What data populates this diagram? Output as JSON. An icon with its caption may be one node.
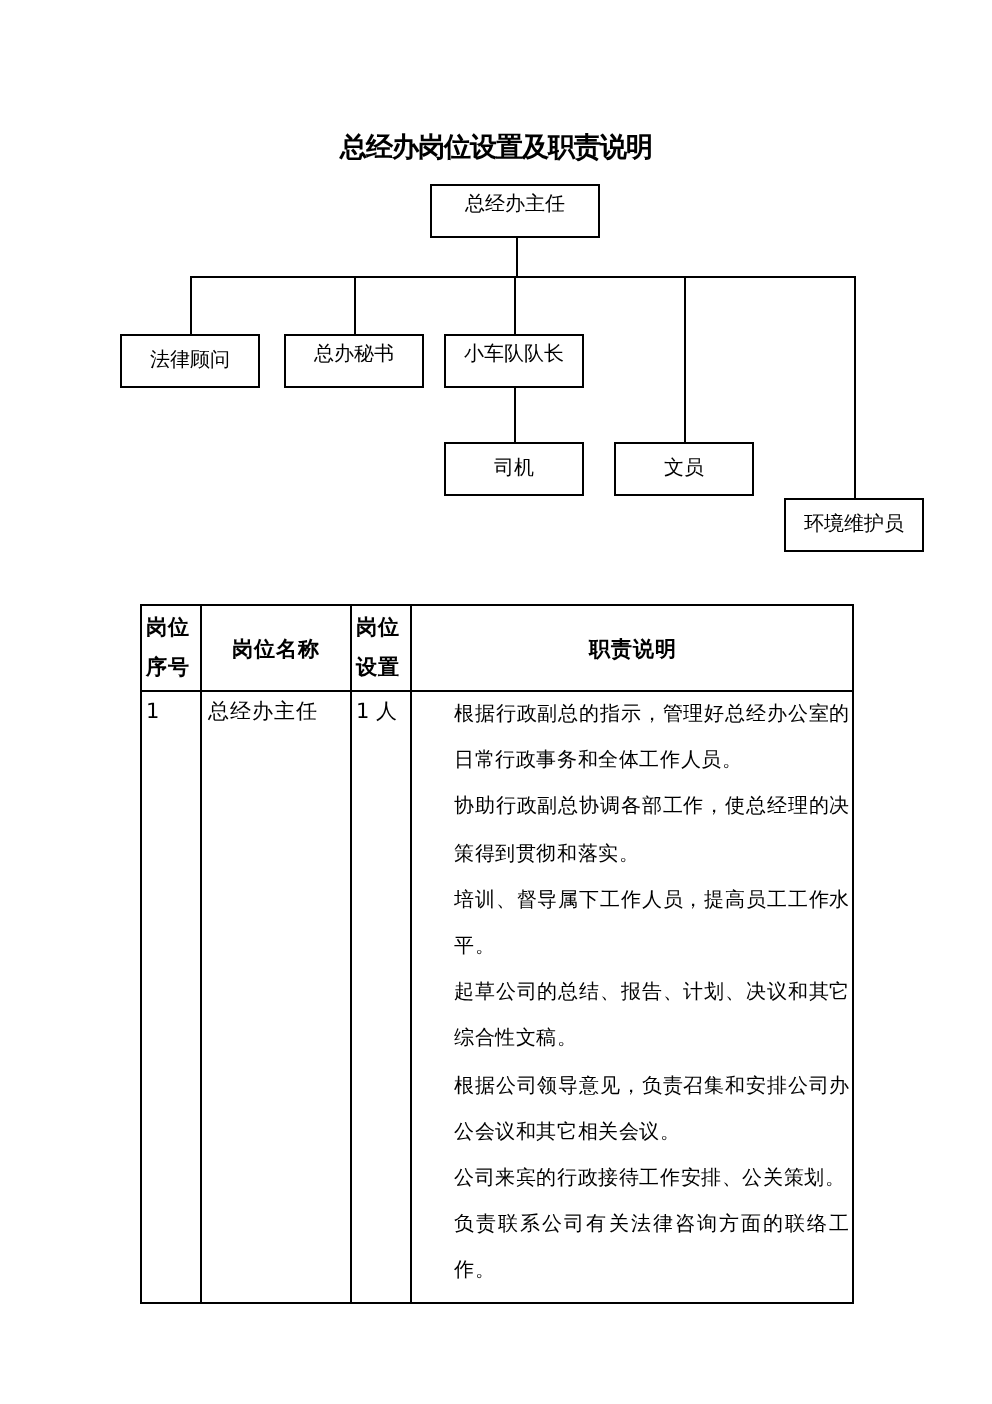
{
  "diagram": {
    "title": "总经办岗位设置及职责说明",
    "nodes": [
      {
        "text": [
          "总经办主任"
        ]
      },
      {
        "text": [
          "法律顾问"
        ]
      },
      {
        "text": [
          "总办秘书"
        ]
      },
      {
        "text": [
          "小车队队长"
        ]
      },
      {
        "text": [
          "司机"
        ]
      },
      {
        "text": [
          "文员"
        ]
      },
      {
        "text": [
          "环境维护员"
        ]
      }
    ],
    "edges": [
      {
        "from": 0,
        "to": 1,
        "arrow": "none"
      },
      {
        "from": 0,
        "to": 2,
        "arrow": "none"
      },
      {
        "from": 0,
        "to": 3,
        "arrow": "none"
      },
      {
        "from": 3,
        "to": 4,
        "arrow": "none"
      },
      {
        "from": 0,
        "to": 5,
        "arrow": "none"
      },
      {
        "from": 0,
        "to": 6,
        "arrow": "none"
      }
    ],
    "labels": [
      "岗位序号",
      "岗位名称",
      "岗位设置",
      "职责说明",
      "1",
      "总经办主任",
      "1 人",
      "根据行政副总的指示，管理好总经办公室的日常行政事务和全体工作人员。",
      "协助行政副总协调各部工作，使总经理的决策得到贯彻和落实。",
      "培训、督导属下工作人员，提高员工工作水平。",
      "起草公司的总结、报告、计划、决议和其它综合性文稿。",
      "根据公司领导意见，负责召集和安排公司办公会议和其它相关会议。",
      "公司来宾的行政接待工作安排、公关策划。",
      "负责联系公司有关法律咨询方面的联络工作。"
    ]
  }
}
